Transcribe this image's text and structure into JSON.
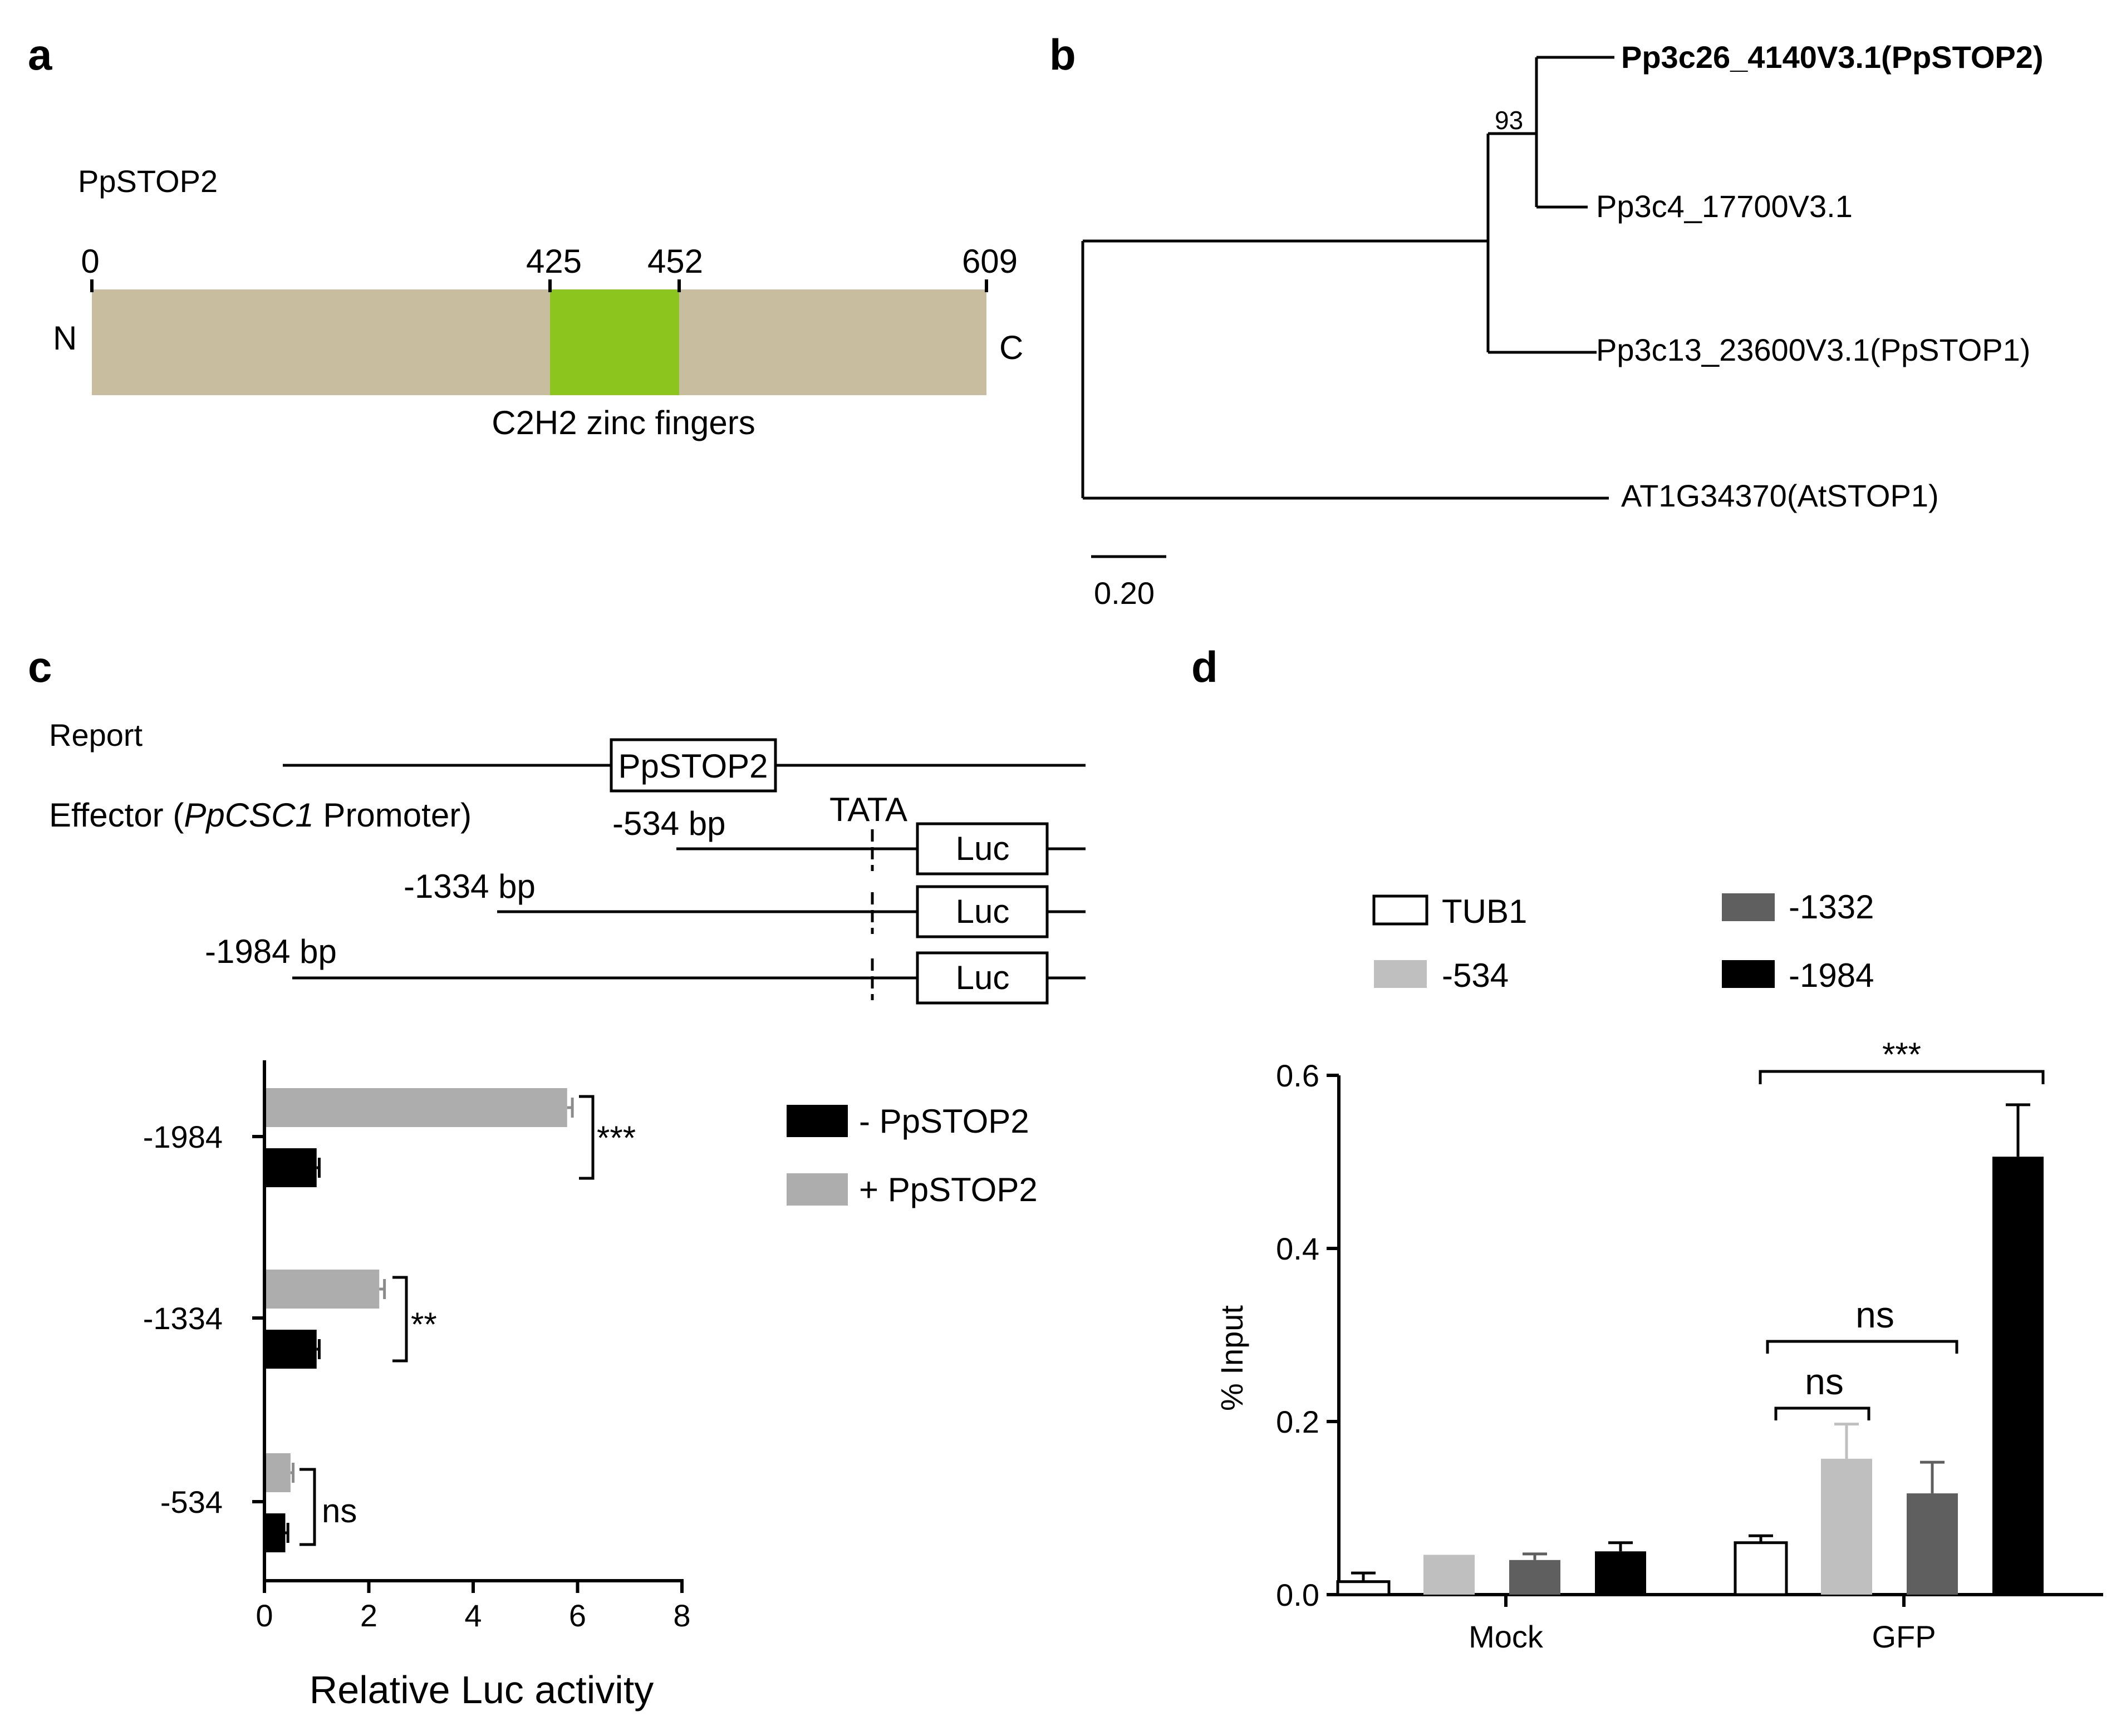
{
  "panels": {
    "a": {
      "letter": "a",
      "protein": "PpSTOP2",
      "positions": [
        "0",
        "425",
        "452",
        "609"
      ],
      "n_terminus": "N",
      "c_terminus": "C",
      "domain_label": "C2H2 zinc fingers",
      "colors": {
        "protein": "#c9bd9f",
        "domain": "#8cc51d"
      }
    },
    "b": {
      "letter": "b",
      "taxa": [
        "Pp3c26_4140V3.1(PpSTOP2)",
        "Pp3c4_17700V3.1",
        "Pp3c13_23600V3.1(PpSTOP1)",
        "AT1G34370(AtSTOP1)"
      ],
      "bootstrap": "93",
      "scale": "0.20"
    },
    "c": {
      "letter": "c",
      "report_label": "Report",
      "report_gene": "PpSTOP2",
      "effector_prefix": "Effector (",
      "effector_gene": "PpCSC1",
      "effector_suffix": " Promoter)",
      "tata": "TATA",
      "luc": "Luc",
      "constructs": [
        "-534 bp",
        "-1334 bp",
        "-1984 bp"
      ],
      "legend": [
        "- PpSTOP2",
        "+ PpSTOP2"
      ],
      "significance": [
        "***",
        "**",
        "ns"
      ]
    },
    "d": {
      "letter": "d",
      "legend": [
        "TUB1",
        "-534",
        "-1332",
        "-1984"
      ],
      "significance": {
        "top": "***",
        "ns_outer": "ns",
        "ns_inner": "ns"
      }
    }
  },
  "chart_data": [
    {
      "type": "bar",
      "orientation": "horizontal",
      "categories": [
        "-1984",
        "-1334",
        "-534"
      ],
      "series": [
        {
          "name": "+ PpSTOP2",
          "values": [
            5.8,
            2.2,
            0.5
          ],
          "errors": [
            0.1,
            0.1,
            0.05
          ],
          "color": "#adadad"
        },
        {
          "name": "- PpSTOP2",
          "values": [
            1.0,
            1.0,
            0.4
          ],
          "errors": [
            0.05,
            0.05,
            0.05
          ],
          "color": "#000000"
        }
      ],
      "xlabel": "Relative Luc activity",
      "xlim": [
        0,
        8
      ],
      "xticks": [
        "0",
        "2",
        "4",
        "6",
        "8"
      ]
    },
    {
      "type": "bar",
      "categories": [
        "Mock",
        "GFP"
      ],
      "series": [
        {
          "name": "TUB1",
          "values": [
            0.015,
            0.06
          ],
          "errors": [
            0.01,
            0.008
          ],
          "color": "#ffffff"
        },
        {
          "name": "-534",
          "values": [
            0.046,
            0.157
          ],
          "errors": [
            0,
            0.04
          ],
          "color": "#bfbfbf"
        },
        {
          "name": "-1332",
          "values": [
            0.04,
            0.117
          ],
          "errors": [
            0.007,
            0.036
          ],
          "color": "#5f5f5f"
        },
        {
          "name": "-1984",
          "values": [
            0.05,
            0.506
          ],
          "errors": [
            0.01,
            0.06
          ],
          "color": "#000000"
        }
      ],
      "ylabel": "% Input",
      "ylim": [
        0,
        0.6
      ],
      "yticks": [
        "0.0",
        "0.2",
        "0.4",
        "0.6"
      ]
    }
  ]
}
